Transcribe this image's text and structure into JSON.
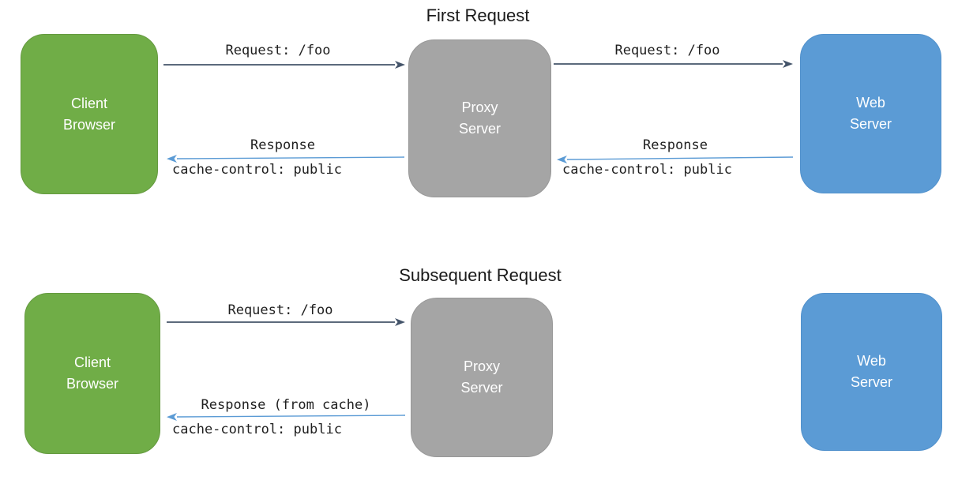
{
  "sections": [
    {
      "title": "First Request",
      "nodes": [
        {
          "name": "Client Browser",
          "line1": "Client",
          "line2": "Browser",
          "color": "#70AD47"
        },
        {
          "name": "Proxy Server",
          "line1": "Proxy",
          "line2": "Server",
          "color": "#A5A5A5"
        },
        {
          "name": "Web Server",
          "line1": "Web",
          "line2": "Server",
          "color": "#5B9BD5"
        }
      ],
      "arrows": [
        {
          "from": "Client Browser",
          "to": "Proxy Server",
          "direction": "right",
          "label": "Request: /foo",
          "color": "#44546A"
        },
        {
          "from": "Proxy Server",
          "to": "Client Browser",
          "direction": "left",
          "label": "Response",
          "sublabel": "cache-control: public",
          "color": "#5B9BD5"
        },
        {
          "from": "Proxy Server",
          "to": "Web Server",
          "direction": "right",
          "label": "Request: /foo",
          "color": "#44546A"
        },
        {
          "from": "Web Server",
          "to": "Proxy Server",
          "direction": "left",
          "label": "Response",
          "sublabel": "cache-control: public",
          "color": "#5B9BD5"
        }
      ]
    },
    {
      "title": "Subsequent Request",
      "nodes": [
        {
          "name": "Client Browser",
          "line1": "Client",
          "line2": "Browser",
          "color": "#70AD47"
        },
        {
          "name": "Proxy Server",
          "line1": "Proxy",
          "line2": "Server",
          "color": "#A5A5A5"
        },
        {
          "name": "Web Server",
          "line1": "Web",
          "line2": "Server",
          "color": "#5B9BD5"
        }
      ],
      "arrows": [
        {
          "from": "Client Browser",
          "to": "Proxy Server",
          "direction": "right",
          "label": "Request: /foo",
          "color": "#44546A"
        },
        {
          "from": "Proxy Server",
          "to": "Client Browser",
          "direction": "left",
          "label": "Response (from cache)",
          "sublabel": "cache-control: public",
          "color": "#5B9BD5"
        }
      ]
    }
  ]
}
